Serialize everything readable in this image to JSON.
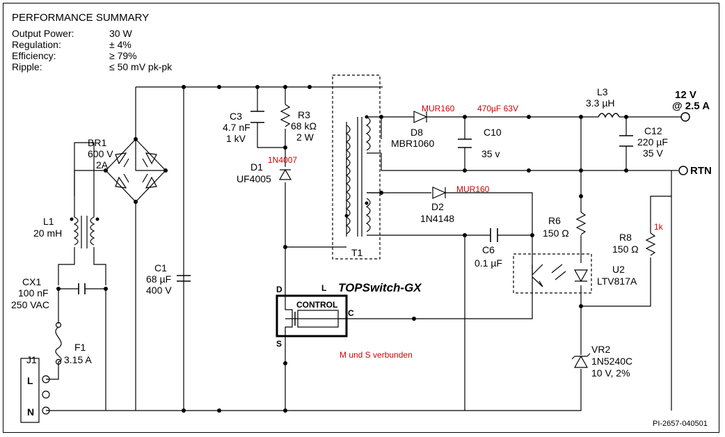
{
  "summary": {
    "title": "PERFORMANCE SUMMARY",
    "rows": [
      {
        "label": "Output Power:",
        "value": "30 W"
      },
      {
        "label": "Regulation:",
        "value": "± 4%"
      },
      {
        "label": "Efficiency:",
        "value": "≥ 79%"
      },
      {
        "label": "Ripple:",
        "value": "≤ 50 mV pk-pk"
      }
    ]
  },
  "components": {
    "br1": {
      "ref": "BR1",
      "l1": "600 V",
      "l2": "2A"
    },
    "l1": {
      "ref": "L1",
      "value": "20 mH"
    },
    "cx1": {
      "ref": "CX1",
      "l1": "100 nF",
      "l2": "250 VAC"
    },
    "f1": {
      "ref": "F1",
      "value": "3.15 A"
    },
    "j1": {
      "ref": "J1",
      "pin_l": "L",
      "pin_n": "N"
    },
    "c1": {
      "ref": "C1",
      "l1": "68 µF",
      "l2": "400 V"
    },
    "c3": {
      "ref": "C3",
      "l1": "4.7 nF",
      "l2": "1 kV"
    },
    "r3": {
      "ref": "R3",
      "l1": "68 kΩ",
      "l2": "2 W"
    },
    "d1": {
      "ref": "D1",
      "value": "UF4005"
    },
    "u1": {
      "name": "TOPSwitch-GX",
      "block": "CONTROL",
      "pin_d": "D",
      "pin_s": "S",
      "pin_c": "C",
      "pin_l": "L"
    },
    "t1": {
      "ref": "T1"
    },
    "d8": {
      "ref": "D8",
      "value": "MBR1060"
    },
    "c10": {
      "ref": "C10",
      "value": "35 v"
    },
    "l3": {
      "ref": "L3",
      "value": "3.3 µH"
    },
    "c12": {
      "ref": "C12",
      "l1": "220 µF",
      "l2": "35 V"
    },
    "d2": {
      "ref": "D2",
      "value": "1N4148"
    },
    "c6": {
      "ref": "C6",
      "value": "0.1 µF"
    },
    "r6": {
      "ref": "R6",
      "value": "150 Ω"
    },
    "r8": {
      "ref": "R8",
      "value": "150 Ω"
    },
    "u2": {
      "ref": "U2",
      "value": "LTV817A"
    },
    "vr2": {
      "ref": "VR2",
      "l1": "1N5240C",
      "l2": "10 V, 2%"
    }
  },
  "outputs": {
    "v_line1": "12 V",
    "v_line2": "@ 2.5 A",
    "rtn": "RTN"
  },
  "annotations": {
    "d1_alt": "1N4007",
    "d8_alt": "MUR160",
    "c10_alt": "470µF 63V",
    "d2_alt": "MUR160",
    "r8_alt": "1k",
    "ms_note": "M und S verbunden"
  },
  "drawing_id": "PI-2657-040501",
  "colors": {
    "annotation": "#d40000",
    "line": "#000000"
  }
}
